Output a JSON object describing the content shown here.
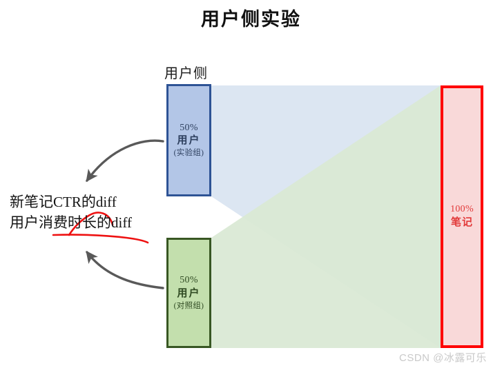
{
  "title": "用户侧实验",
  "side_label": "用户侧",
  "boxes": {
    "treatment": {
      "percent": "50%",
      "unit": "用户",
      "group": "(实验组)",
      "border_color": "#2e5395",
      "fill_color": "#b3c6e7"
    },
    "control": {
      "percent": "50%",
      "unit": "用户",
      "group": "(对照组)",
      "border_color": "#385723",
      "fill_color": "#c3dfad"
    },
    "notes": {
      "percent": "100%",
      "unit": "笔记",
      "border_color": "#ff0000",
      "fill_color": "#f9d9d9"
    }
  },
  "metrics": {
    "line1": "新笔记CTR的diff",
    "line2": "用户消费时长的diff",
    "annotation_color": "#ee1111"
  },
  "flows": {
    "treatment_fill": "#dce6f2",
    "control_fill": "#e2eedd",
    "overlap_fill": "#cde0cb"
  },
  "arrows": {
    "color": "#595959",
    "top_arrow_name": "arrow-treatment-to-metrics",
    "bottom_arrow_name": "arrow-control-to-metrics"
  },
  "watermark": "CSDN @冰露可乐"
}
